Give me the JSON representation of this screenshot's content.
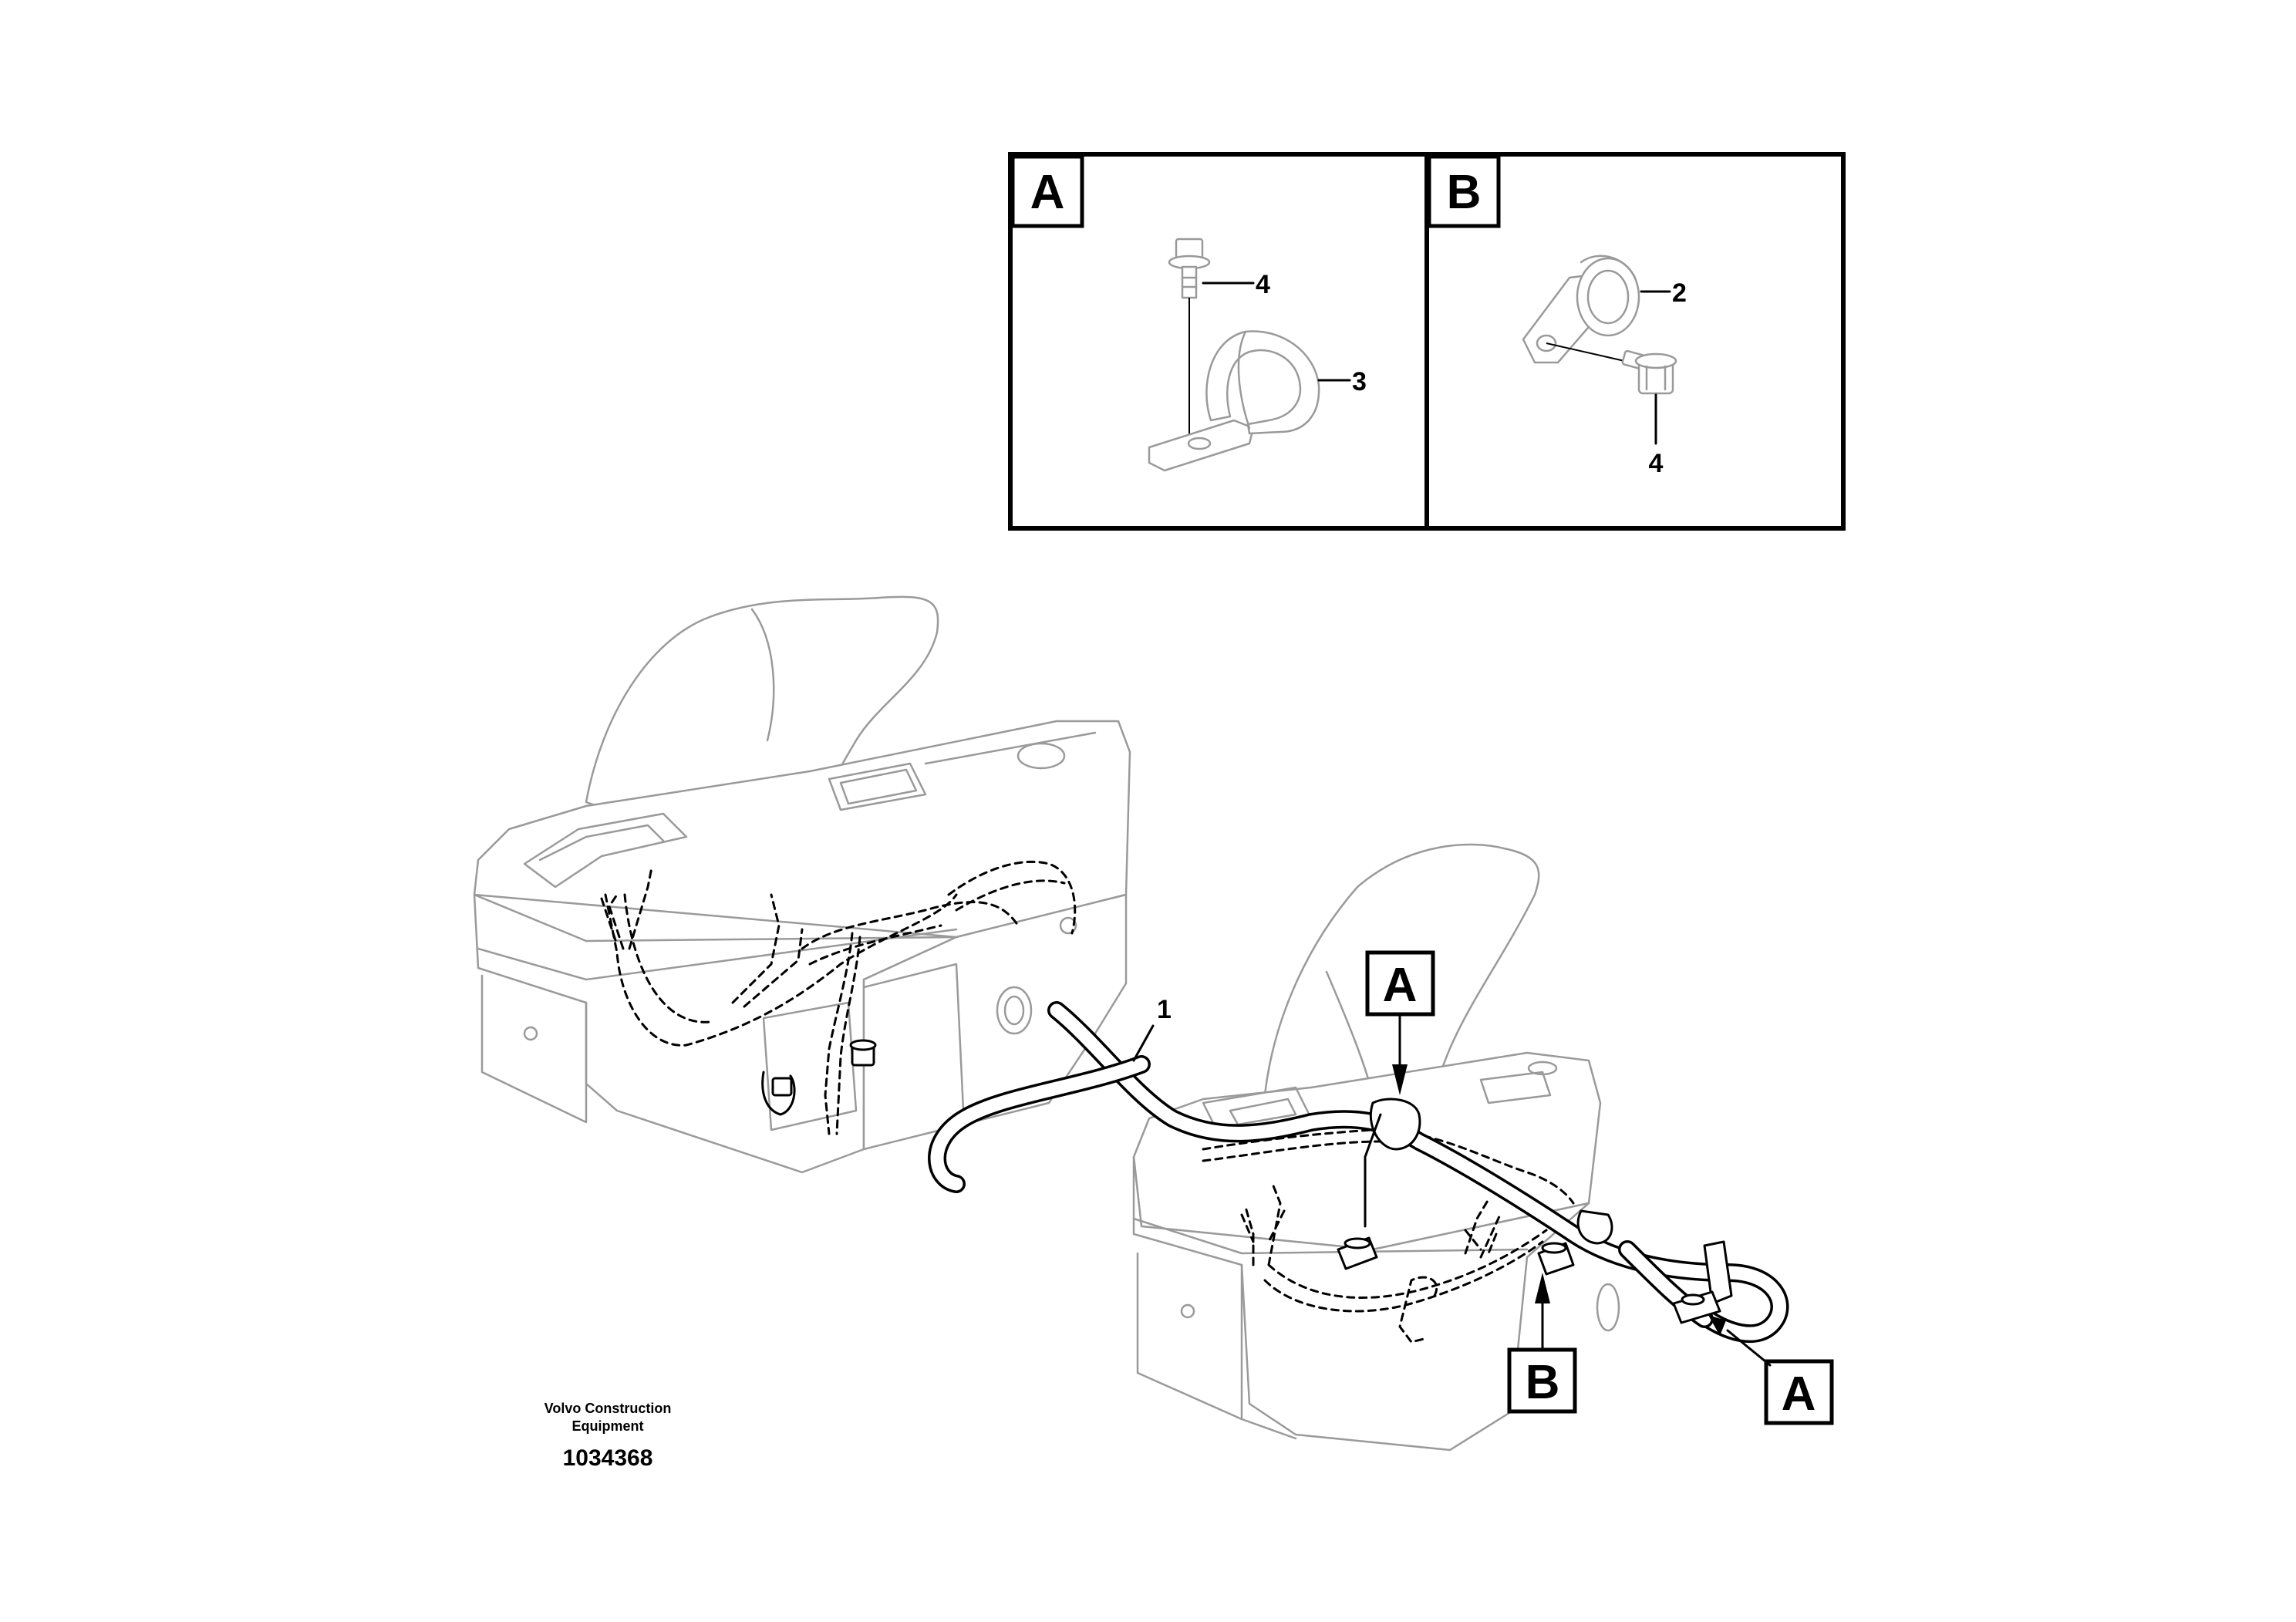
{
  "callouts": {
    "hose": "1",
    "clamp_b": "2",
    "clamp_a": "3",
    "screw_a": "4",
    "screw_b": "4"
  },
  "detail_views": {
    "a_label": "A",
    "b_label": "B"
  },
  "view_tags": {
    "tag_a_top": "A",
    "tag_b_bottom": "B",
    "tag_a_right": "A"
  },
  "credit": {
    "line1": "Volvo Construction",
    "line2": "Equipment",
    "drawing_number": "1034368"
  }
}
